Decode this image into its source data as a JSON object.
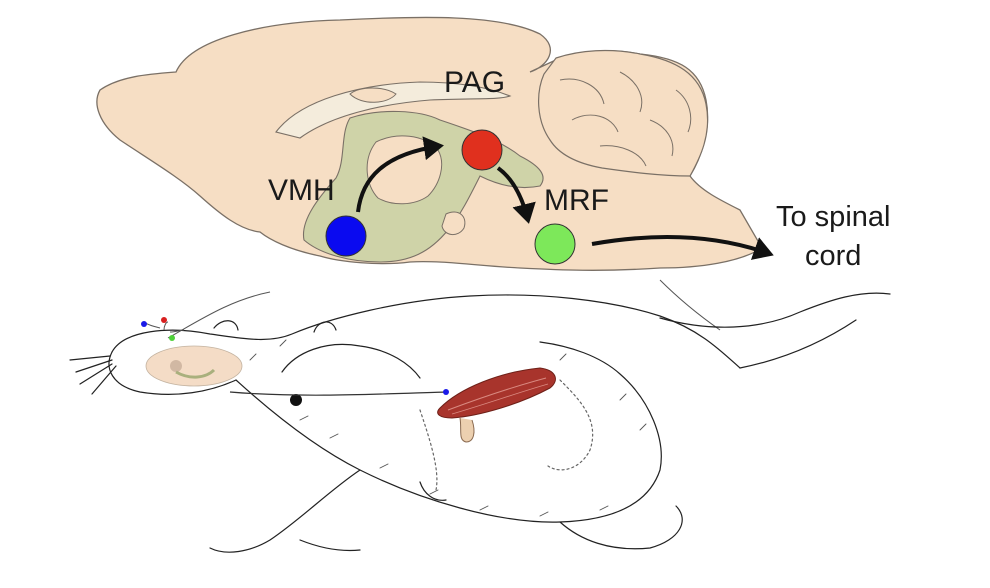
{
  "labels": {
    "pag": "PAG",
    "vmh": "VMH",
    "mrf": "MRF",
    "spinal_line1": "To spinal",
    "spinal_line2": "cord"
  },
  "colors": {
    "brain": "#f6dec4",
    "brain_outline": "#7a7066",
    "gray_matter": "#cfd3a8",
    "vmh": "#0a0af0",
    "pag": "#e0301e",
    "mrf": "#7de85a",
    "arrow": "#111111",
    "muscle": "#a8342c"
  },
  "icons": [
    "vmh-node",
    "pag-node",
    "mrf-node",
    "rat-illustration",
    "muscle-illustration"
  ]
}
